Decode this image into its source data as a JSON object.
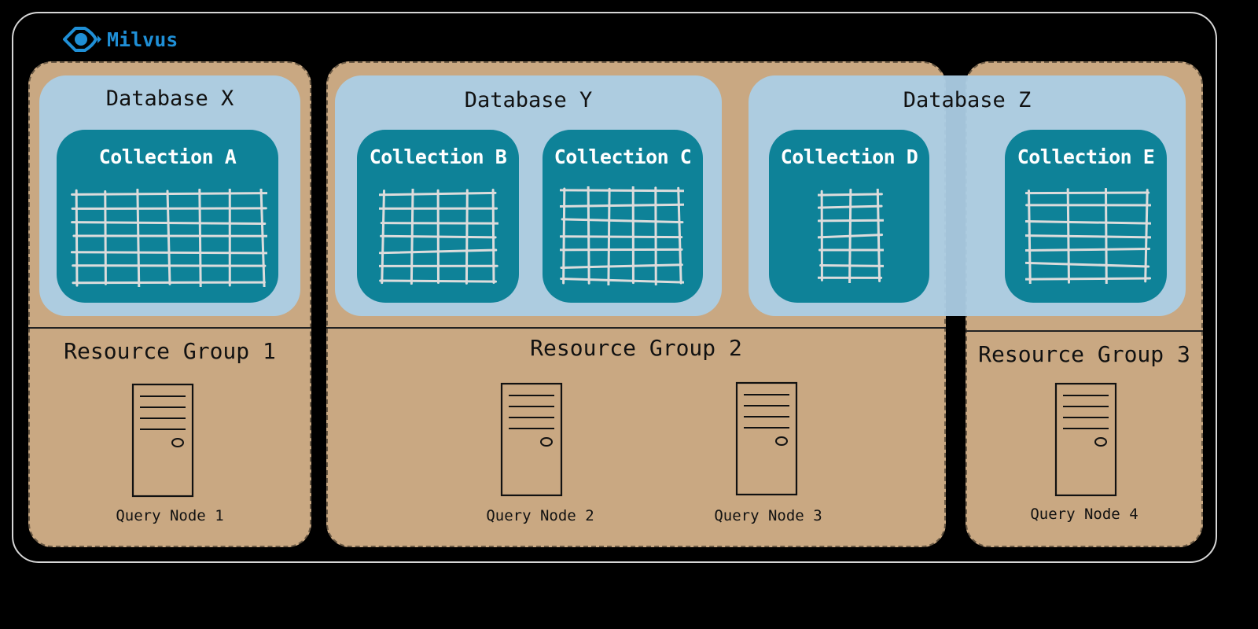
{
  "brand": {
    "name": "Milvus",
    "icon": "milvus-eye-icon",
    "color": "#1f8fd6"
  },
  "colors": {
    "resource_group": "#c9a882",
    "database": "#acd0e6",
    "collection": "#0e8298",
    "background": "#000000"
  },
  "databases": [
    {
      "title": "Database X"
    },
    {
      "title": "Database Y"
    },
    {
      "title": "Database Z"
    }
  ],
  "collections": [
    {
      "title": "Collection A",
      "icon": "table-grid-icon"
    },
    {
      "title": "Collection B",
      "icon": "table-grid-icon"
    },
    {
      "title": "Collection C",
      "icon": "table-grid-icon"
    },
    {
      "title": "Collection D",
      "icon": "table-grid-icon"
    },
    {
      "title": "Collection E",
      "icon": "table-grid-icon"
    }
  ],
  "resource_groups": [
    {
      "title": "Resource Group 1"
    },
    {
      "title": "Resource Group 2"
    },
    {
      "title": "Resource Group 3"
    }
  ],
  "query_nodes": [
    {
      "label": "Query Node 1",
      "icon": "server-icon"
    },
    {
      "label": "Query Node 2",
      "icon": "server-icon"
    },
    {
      "label": "Query Node 3",
      "icon": "server-icon"
    },
    {
      "label": "Query Node 4",
      "icon": "server-icon"
    }
  ]
}
